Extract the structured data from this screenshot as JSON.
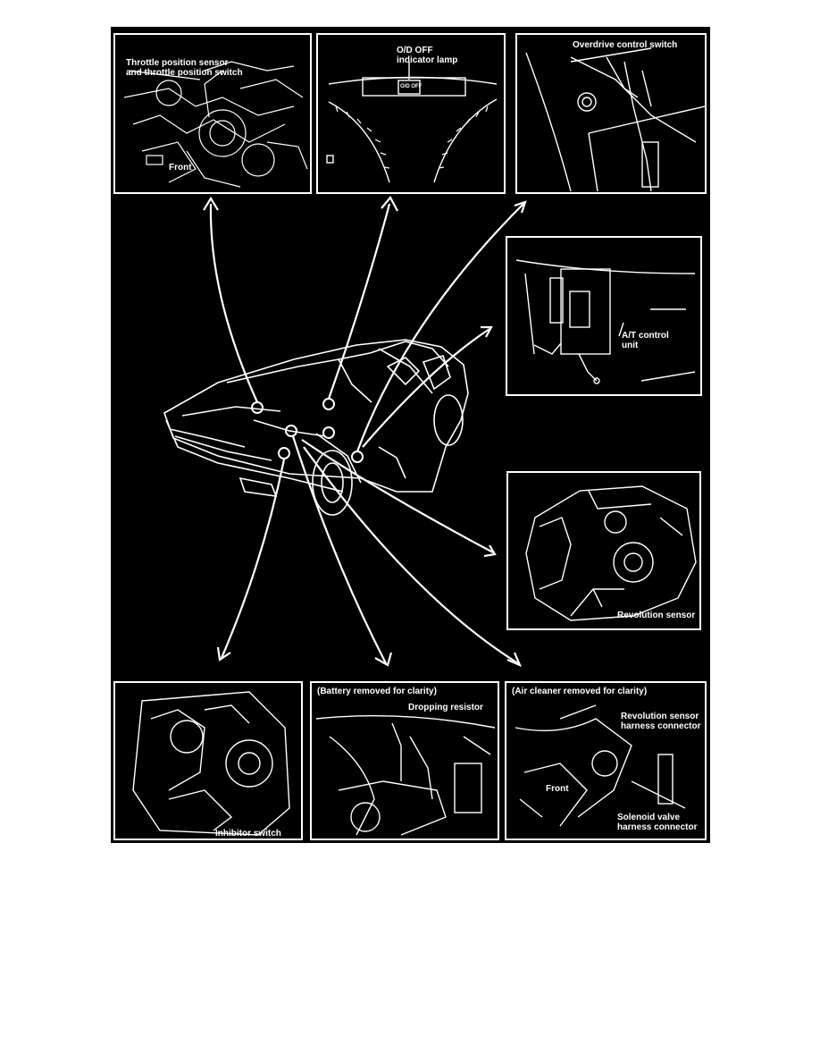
{
  "labels": {
    "tps": [
      "Throttle position sensor",
      "and throttle position switch"
    ],
    "front_tps": "Front",
    "od_lamp": [
      "O/D OFF",
      "indicator lamp"
    ],
    "od_badge": "O/D OFF",
    "od_switch": "Overdrive control switch",
    "atcu": [
      "A/T control",
      "unit"
    ],
    "rev_sensor": "Revolution sensor",
    "inhibitor": "Inhibitor switch",
    "battery_note": "(Battery removed for clarity)",
    "dropping": "Dropping resistor",
    "air_note": "(Air cleaner removed for clarity)",
    "rev_harness": [
      "Revolution sensor",
      "harness connector"
    ],
    "front_air": "Front",
    "solenoid": [
      "Solenoid valve",
      "harness connector"
    ]
  },
  "colors": {
    "background": "#000000",
    "linework": "#ffffff",
    "page": "#ffffff"
  }
}
